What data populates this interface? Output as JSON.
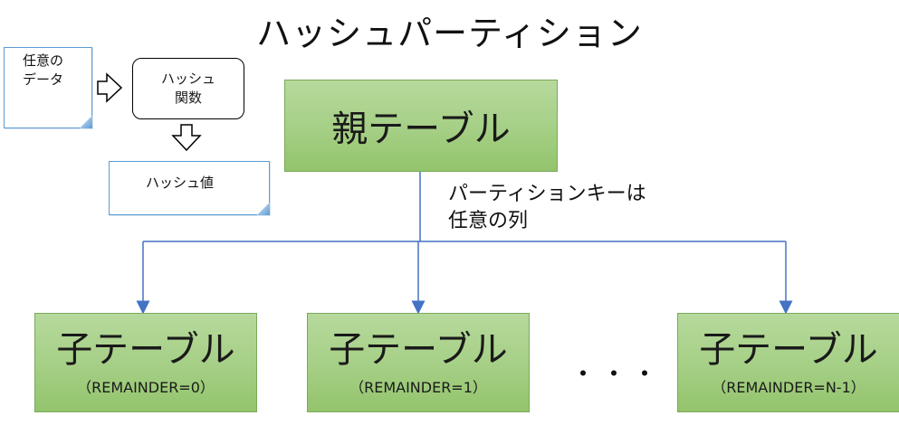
{
  "title": "ハッシュパーティション",
  "legend": {
    "input_note": [
      "任意の",
      "データ"
    ],
    "hash_function": [
      "ハッシュ",
      "関数"
    ],
    "hash_value": "ハッシュ値"
  },
  "parent_table": "親テーブル",
  "partition_key_note": [
    "パーティションキーは",
    "任意の列"
  ],
  "children": [
    {
      "label": "子テーブル",
      "remainder": "（REMAINDER=0）"
    },
    {
      "label": "子テーブル",
      "remainder": "（REMAINDER=1）"
    },
    {
      "label": "子テーブル",
      "remainder": "（REMAINDER=N-1）"
    }
  ],
  "ellipsis": "・・・",
  "colors": {
    "box_fill": "#a9d18e",
    "box_border": "#7aa95a",
    "connector": "#4472c4",
    "note_border": "#5b9bd5"
  }
}
